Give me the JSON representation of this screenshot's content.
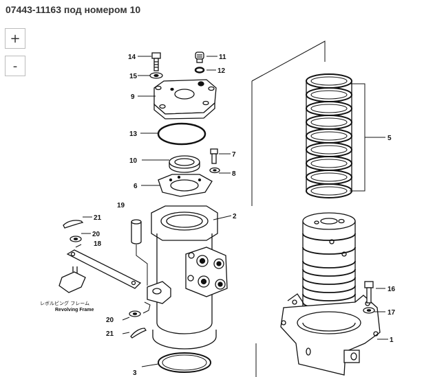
{
  "header": {
    "title": "07443-11163 под номером 10"
  },
  "zoom": {
    "in_label": "+",
    "out_label": "-"
  },
  "callouts": {
    "p1": "1",
    "p2": "2",
    "p3": "3",
    "p5": "5",
    "p6": "6",
    "p7": "7",
    "p8": "8",
    "p9": "9",
    "p10": "10",
    "p11": "11",
    "p12": "12",
    "p13": "13",
    "p14": "14",
    "p15": "15",
    "p16": "16",
    "p17": "17",
    "p18": "18",
    "p19": "19",
    "p20a": "20",
    "p20b": "20",
    "p21a": "21",
    "p21b": "21"
  },
  "frame_label": {
    "jp": "レボルビング フレーム",
    "en": "Revolving Frame"
  },
  "highlighted_part": "10"
}
